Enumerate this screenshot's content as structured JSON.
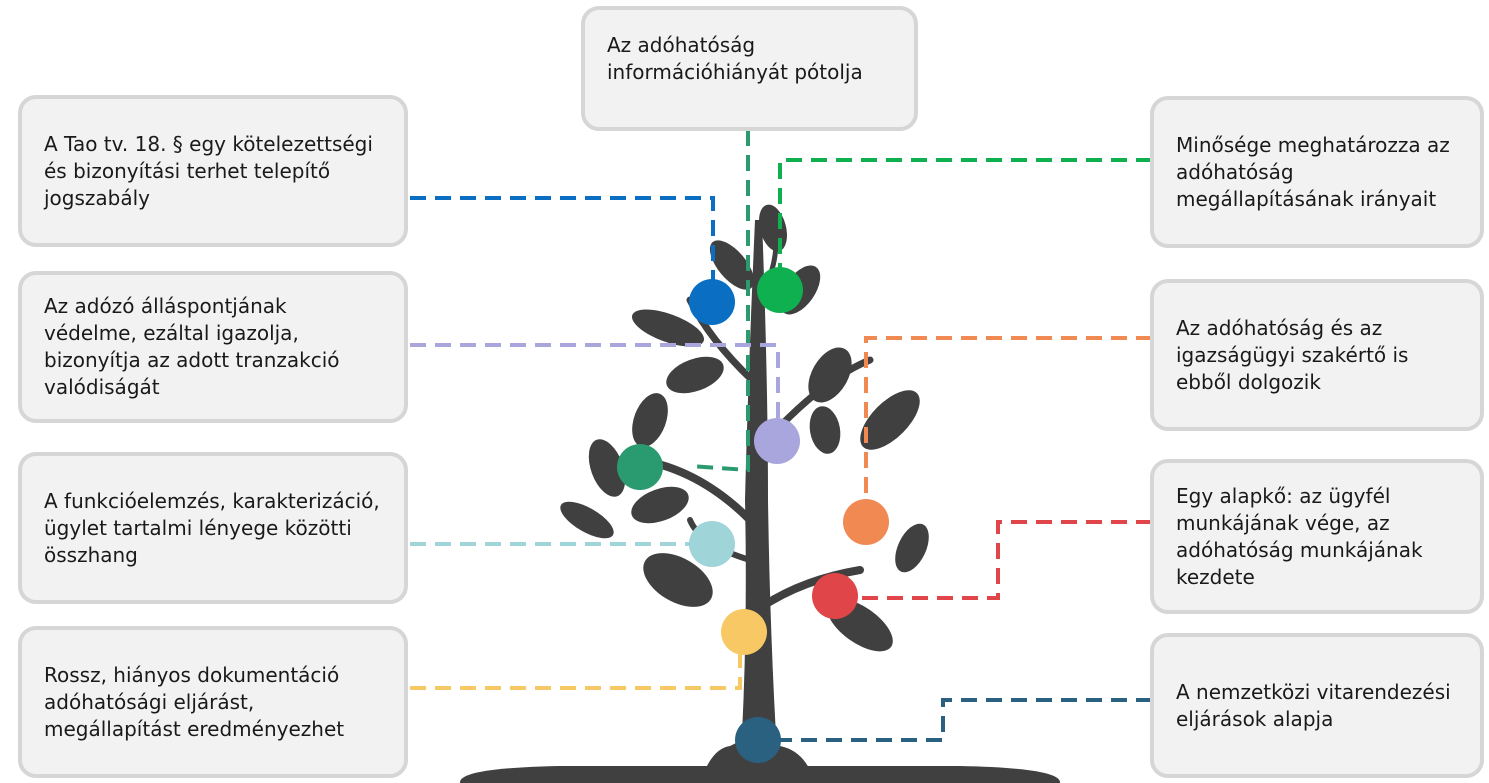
{
  "boxes": {
    "top": "Az adóhatóság információhiányát pótolja",
    "left1": "A Tao tv. 18. § egy kötelezettségi és bizonyítási terhet telepítő jogszabály",
    "left2": "Az adózó álláspontjának védelme, ezáltal igazolja, bizonyítja az adott tranzakció valódiságát",
    "left3": "A funkcióelemzés, karakterizáció, ügylet tartalmi lényege közötti összhang",
    "left4": "Rossz, hiányos dokumentáció adóhatósági eljárást, megállapítást eredményezhet",
    "right1": "Minősége meghatározza az adóhatóság megállapításának irányait",
    "right2": "Az adóhatóság és az igazságügyi szakértő is ebből dolgozik",
    "right3": "Egy alapkő: az ügyfél munkájának vége, az adóhatóság munkájának kezdete",
    "right4": "A nemzetközi vitarendezési eljárások alapja"
  },
  "colors": {
    "tree": "#404040",
    "box_fill": "#f2f2f2",
    "box_border": "#d6d6d6",
    "blue": "#0a6fc2",
    "green": "#0fb04f",
    "lavender": "#a8a6dc",
    "teal_green": "#2a9a70",
    "orange": "#f08a52",
    "light_teal": "#9fd4d9",
    "red": "#e04549",
    "yellow": "#f8c864",
    "dark_teal": "#2b6180",
    "top_line": "#2b9a6f"
  }
}
